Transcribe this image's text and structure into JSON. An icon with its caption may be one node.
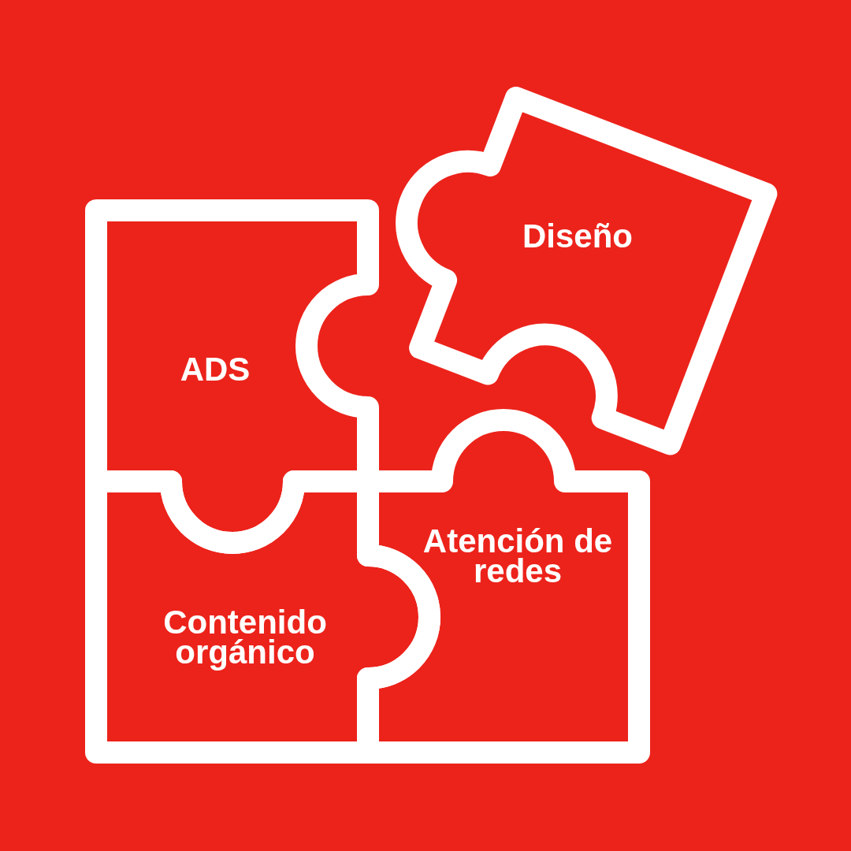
{
  "diagram": {
    "nodes": [
      {
        "text": [
          "ADS"
        ]
      },
      {
        "text": [
          "Diseño"
        ]
      },
      {
        "text": [
          "Contenido orgánico"
        ]
      },
      {
        "text": [
          "Atención de redes"
        ]
      }
    ]
  }
}
